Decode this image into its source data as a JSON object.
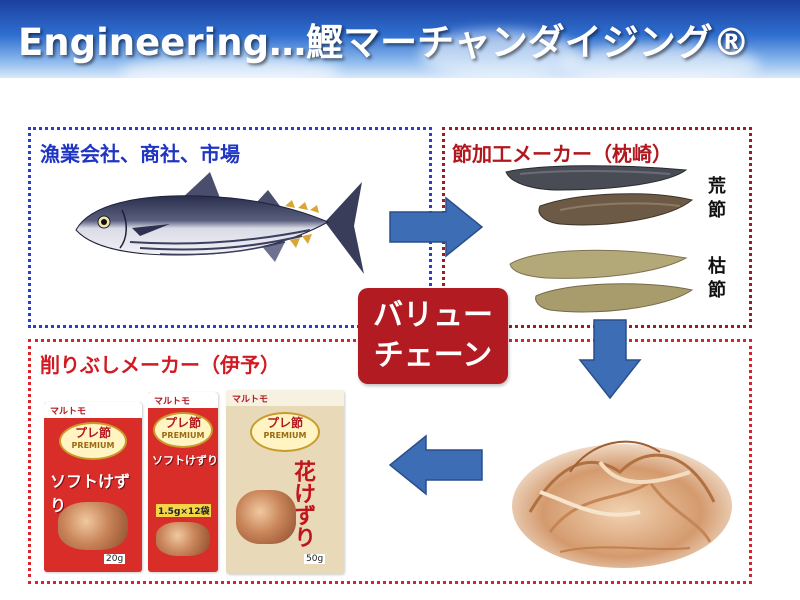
{
  "header": {
    "title": "Engineering…鰹マーチャンダイジング®"
  },
  "boxes": {
    "suppliers": {
      "label": "漁業会社、商社、市場"
    },
    "maker": {
      "label": "節加工メーカー（枕崎）"
    },
    "shaved": {
      "label": "削りぶしメーカー（伊予）"
    }
  },
  "value_chain": {
    "line1": "バリュー",
    "line2": "チェーン"
  },
  "fushi": {
    "arabushi": "荒節",
    "karebushi": "枯節"
  },
  "products": [
    {
      "brand": "マルトモ",
      "name": "プレ節",
      "tag": "PREMIUM",
      "title": "ソフトけずり",
      "weight": "20g"
    },
    {
      "brand": "マルトモ",
      "name": "プレ節",
      "tag": "PREMIUM",
      "title": "ソフトけずり",
      "promo": "1.5g×12袋"
    },
    {
      "brand": "マルトモ",
      "name": "プレ節",
      "tag": "PREMIUM",
      "title": "花けずり",
      "weight": "50g"
    }
  ],
  "colors": {
    "supplier_border": "#2a3fc4",
    "maker_border": "#9a1c24",
    "shaved_border": "#d8232a",
    "value_chain_bg": "#b31b22",
    "arrow": "#3d6db5"
  }
}
